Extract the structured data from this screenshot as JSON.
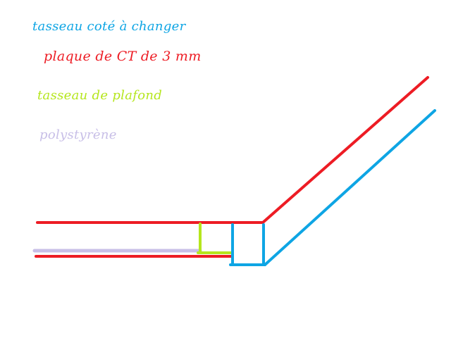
{
  "legend": [
    {
      "text": "tasseau coté à changer",
      "color": "#0ea5e4"
    },
    {
      "text": "plaque de CT de 3 mm",
      "color": "#ed1c24"
    },
    {
      "text": "tasseau de plafond",
      "color": "#b5e61d"
    },
    {
      "text": "polystyrène",
      "color": "#c8bfe7"
    }
  ],
  "colors": {
    "blue": "#0ea5e4",
    "red": "#ed1c24",
    "green": "#b5e61d",
    "purple": "#c8bfe7"
  }
}
